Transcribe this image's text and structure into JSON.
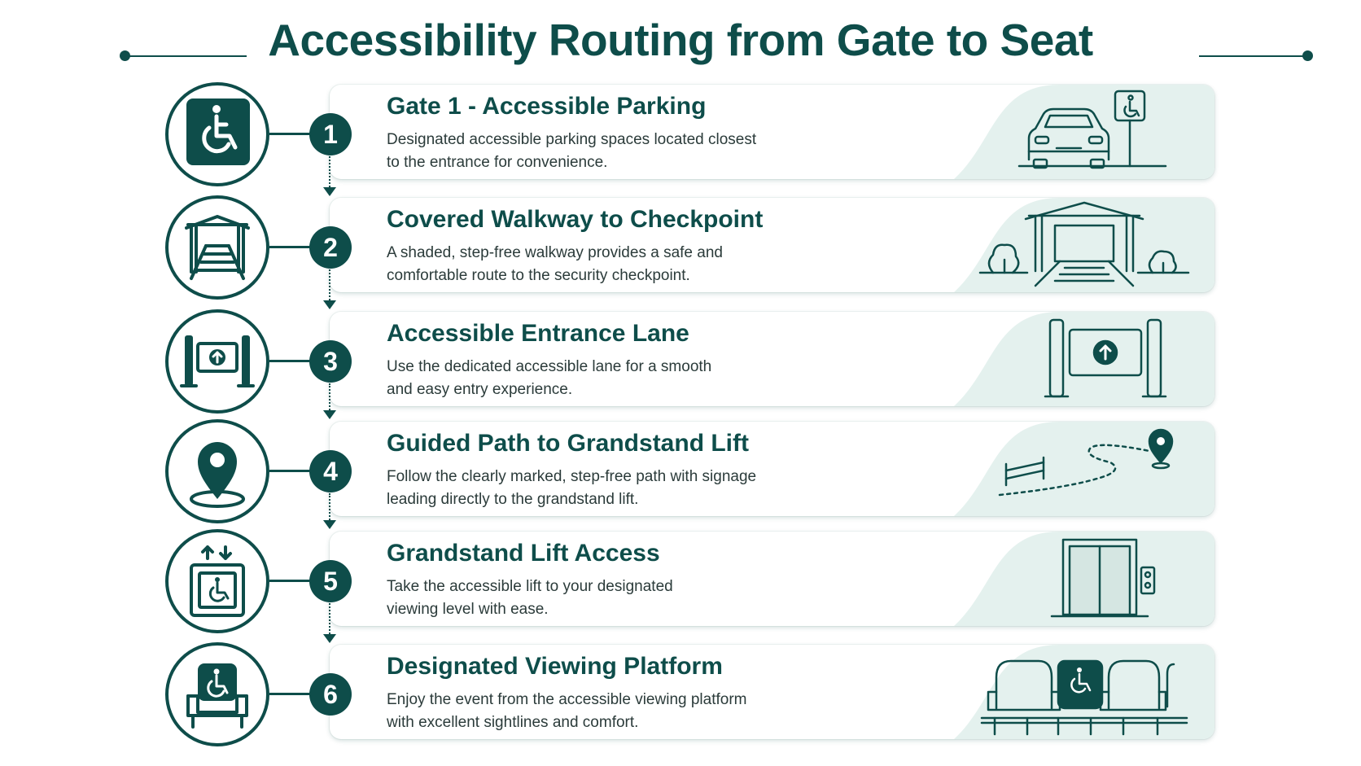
{
  "title": "Accessibility Routing from Gate to Seat",
  "steps": [
    {
      "number": "1",
      "title": "Gate 1 - Accessible Parking",
      "line1": "Designated accessible parking spaces located closest",
      "line2": "to the entrance for convenience.",
      "icon": "wheelchair-sign-icon",
      "illustration": "car-parking-sign-illustration"
    },
    {
      "number": "2",
      "title": "Covered Walkway to Checkpoint",
      "line1": "A shaded, step-free walkway provides a safe and",
      "line2": "comfortable route to the security checkpoint.",
      "icon": "covered-walkway-icon",
      "illustration": "covered-walkway-illustration"
    },
    {
      "number": "3",
      "title": "Accessible Entrance Lane",
      "line1": "Use the dedicated accessible lane for a smooth",
      "line2": "and easy entry experience.",
      "icon": "entrance-gate-icon",
      "illustration": "entrance-gate-illustration"
    },
    {
      "number": "4",
      "title": "Guided Path to Grandstand Lift",
      "line1": "Follow the clearly marked, step-free path with signage",
      "line2": "leading directly to the grandstand lift.",
      "icon": "location-pin-icon",
      "illustration": "guided-path-illustration"
    },
    {
      "number": "5",
      "title": "Grandstand Lift Access",
      "line1": "Take the accessible lift to your designated",
      "line2": "viewing level with ease.",
      "icon": "accessible-lift-icon",
      "illustration": "elevator-illustration"
    },
    {
      "number": "6",
      "title": "Designated Viewing Platform",
      "line1": "Enjoy the event from the accessible viewing platform",
      "line2": "with excellent sightlines and comfort.",
      "icon": "accessible-seat-icon",
      "illustration": "viewing-seats-illustration"
    }
  ],
  "colors": {
    "primary": "#0e4d4a",
    "tint": "#e4f1ee",
    "text": "#2b3b3a"
  }
}
